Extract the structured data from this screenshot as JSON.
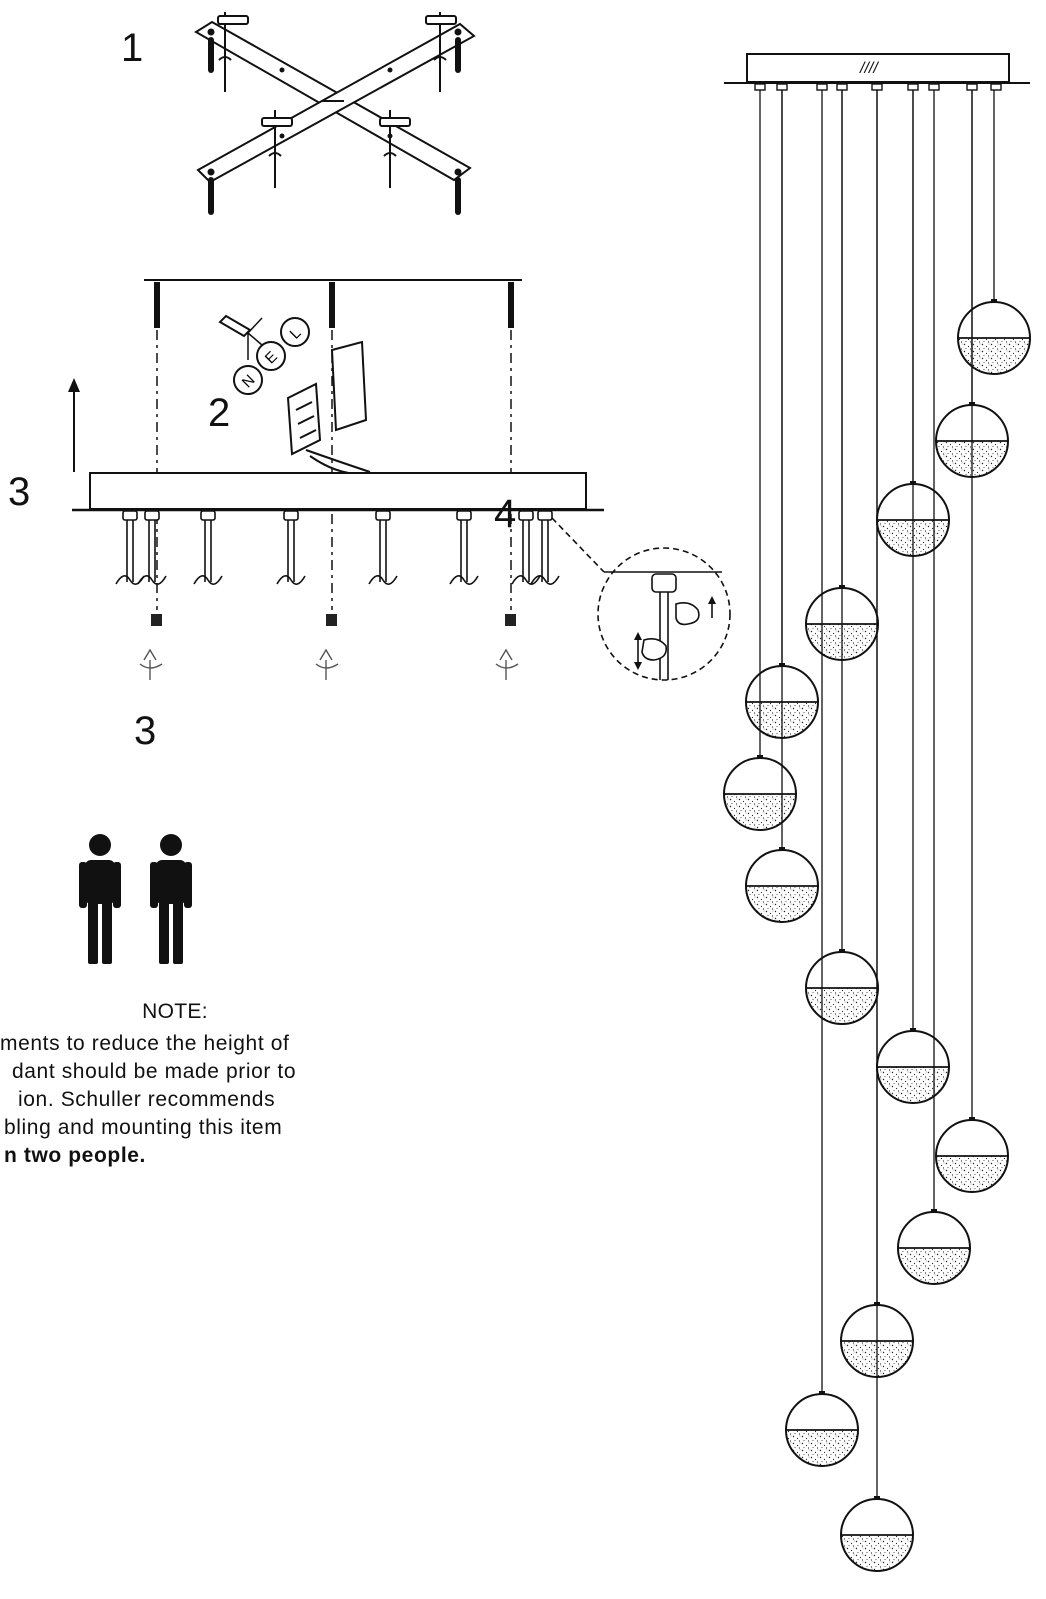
{
  "step_labels": {
    "step1": "1",
    "step2": "2",
    "step3_side": "3",
    "step3_bottom": "3",
    "step4": "4"
  },
  "canopy_marking": "////",
  "wire_labels": [
    "N",
    "E",
    "L"
  ],
  "note": {
    "title": "NOTE:",
    "line1": "ments to reduce the height of",
    "line2": "dant should be made prior to",
    "line3": "ion.   Schuller recommends",
    "line4": "bling and mounting this item",
    "line5": "n two people."
  },
  "icons": [
    "mounting-cross-bracket-icon",
    "wire-connection-icon",
    "terminal-block-icon",
    "up-arrow-icon",
    "rotate-screw-icon",
    "cable-adjust-detail-icon",
    "two-people-icon",
    "pendant-globe-icon"
  ],
  "colors": {
    "line": "#111111",
    "fill": "#ffffff"
  }
}
